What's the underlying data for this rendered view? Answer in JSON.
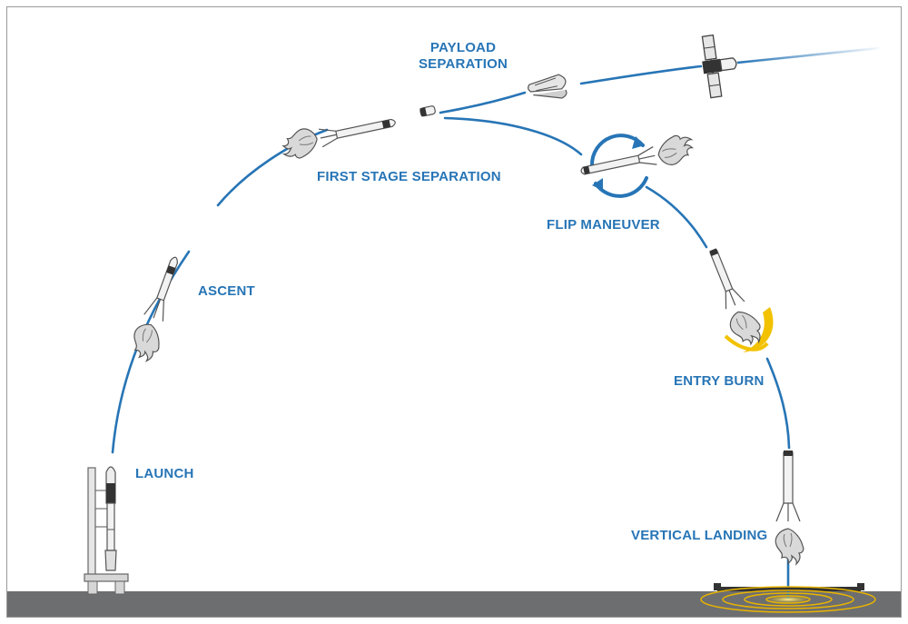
{
  "diagram": {
    "stages": [
      {
        "id": "launch",
        "label": "LAUNCH"
      },
      {
        "id": "ascent",
        "label": "ASCENT"
      },
      {
        "id": "first-stage-separation",
        "label": "FIRST STAGE SEPARATION"
      },
      {
        "id": "payload-separation",
        "label_line1": "PAYLOAD",
        "label_line2": "SEPARATION"
      },
      {
        "id": "flip-maneuver",
        "label": "FLIP MANEUVER"
      },
      {
        "id": "entry-burn",
        "label": "ENTRY BURN"
      },
      {
        "id": "vertical-landing",
        "label": "VERTICAL LANDING"
      }
    ]
  },
  "colors": {
    "trajectory": "#2775b6",
    "label_text": "#2775b6",
    "ground": "#6d6e70",
    "rocket_outline": "#4d4d4d",
    "burn_glow": "#f2c200",
    "landing_rings": "#e8b400"
  },
  "icons": [
    "launch-tower-icon",
    "rocket-icon",
    "second-stage-icon",
    "fairing-icon",
    "satellite-icon",
    "rotation-arrows-icon",
    "landing-pad-icon"
  ]
}
